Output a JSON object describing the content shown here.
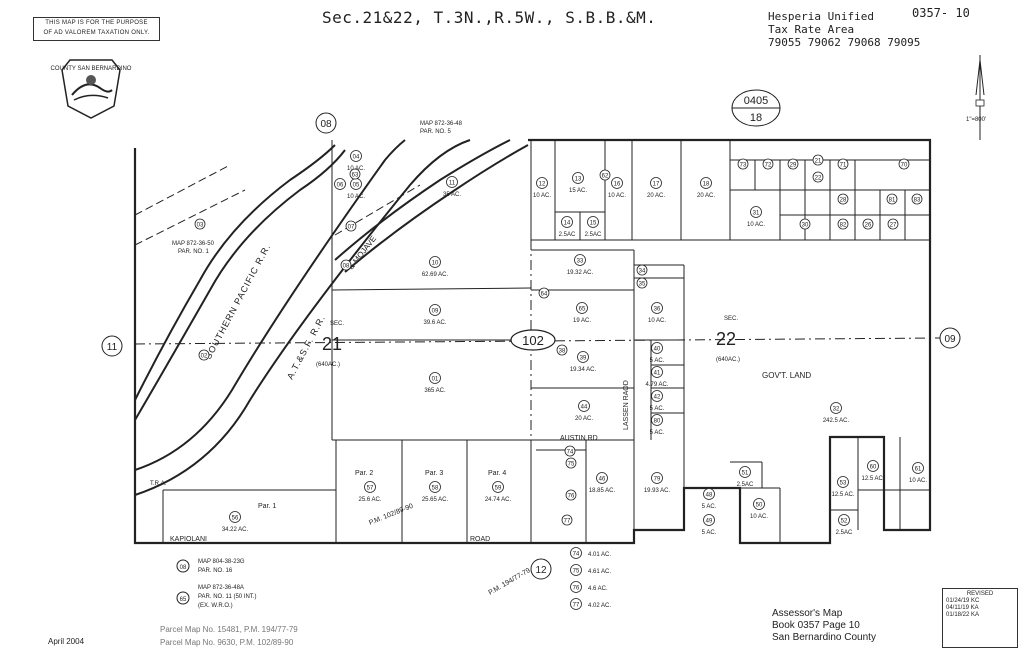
{
  "header": {
    "notice": [
      "THIS MAP IS FOR THE PURPOSE",
      "OF AD VALOREM TAXATION ONLY."
    ],
    "title": "Sec.21&22, T.3N.,R.5W., S.B.B.&M.",
    "tra_title": "Hesperia Unified",
    "tra_sub": "Tax Rate Area",
    "tra_codes": "79055 79062 79068 79095",
    "map_number": "0357- 10",
    "seal_label": "COUNTY SAN BERNARDINO"
  },
  "scale": {
    "label": "1\"=800'"
  },
  "book_ref": {
    "top": "0405",
    "bottom": "18"
  },
  "neighbors": {
    "left": "11",
    "right": "09",
    "top": "08",
    "bottom": "12"
  },
  "road_center": "102",
  "sections": [
    {
      "id": "sec-21",
      "label": "SEC.",
      "number": "21",
      "acres": "(640AC.)"
    },
    {
      "id": "sec-22",
      "label": "SEC.",
      "number": "22",
      "acres": "(640AC.)"
    }
  ],
  "roads": {
    "rr1": "SOUTHERN PACIFIC R.R.",
    "rr2": "A.T.&S.F. R.R.",
    "mojave": "& MOJAVE",
    "lassen": "LASSEN RAOD",
    "austin": "AUSTIN RD",
    "kapiolani": "KAPIOLANI",
    "road": "ROAD",
    "pm_bottom": "P.M. 194/77-79",
    "pm_mid": "P.M. 102/89-90",
    "govt_land": "GOV'T. LAND",
    "tra": "T.R.A."
  },
  "map_refs": [
    {
      "lines": [
        "MAP 872-36-48",
        "PAR. NO. 5"
      ]
    },
    {
      "lines": [
        "MAP 872-36-50",
        "PAR. NO. 1"
      ]
    }
  ],
  "parcels": [
    {
      "no": "04",
      "ac": "10 AC."
    },
    {
      "no": "05",
      "ac": "10 AC."
    },
    {
      "no": "06",
      "ac": ""
    },
    {
      "no": "11",
      "ac": "35 AC."
    },
    {
      "no": "12",
      "ac": "10 AC."
    },
    {
      "no": "13",
      "ac": "15 AC."
    },
    {
      "no": "16",
      "ac": "10 AC."
    },
    {
      "no": "17",
      "ac": "20 AC."
    },
    {
      "no": "18",
      "ac": "20 AC."
    },
    {
      "no": "14",
      "ac": "2.5AC"
    },
    {
      "no": "15",
      "ac": "2.5AC"
    },
    {
      "no": "10",
      "ac": "62.69 AC."
    },
    {
      "no": "09",
      "ac": "39.6 AC."
    },
    {
      "no": "01",
      "ac": "365 AC."
    },
    {
      "no": "33",
      "ac": "19.32 AC."
    },
    {
      "no": "65",
      "ac": "19 AC."
    },
    {
      "no": "39",
      "ac": "19.34 AC."
    },
    {
      "no": "44",
      "ac": "20 AC."
    },
    {
      "no": "36",
      "ac": "10 AC."
    },
    {
      "no": "40",
      "ac": "5 AC."
    },
    {
      "no": "41",
      "ac": "4.79 AC."
    },
    {
      "no": "42",
      "ac": "5 AC."
    },
    {
      "no": "80",
      "ac": "5 AC."
    },
    {
      "no": "32",
      "ac": "242.5 AC."
    },
    {
      "no": "31",
      "ac": "10 AC."
    },
    {
      "no": "46",
      "ac": "18.85 AC."
    },
    {
      "no": "79",
      "ac": "19.93 AC."
    },
    {
      "no": "48",
      "ac": "5 AC."
    },
    {
      "no": "49",
      "ac": "5 AC."
    },
    {
      "no": "50",
      "ac": "10 AC."
    },
    {
      "no": "51",
      "ac": "2.5AC"
    },
    {
      "no": "53",
      "ac": "12.5 AC."
    },
    {
      "no": "52",
      "ac": "2.5AC"
    },
    {
      "no": "60",
      "ac": "12.5 AC."
    },
    {
      "no": "61",
      "ac": "10 AC."
    },
    {
      "no": "56",
      "ac": "34.22 AC."
    },
    {
      "no": "57",
      "ac": "25.6 AC."
    },
    {
      "no": "58",
      "ac": "25.65 AC."
    },
    {
      "no": "59",
      "ac": "24.74 AC."
    }
  ],
  "small_parcels": [
    "73",
    "72",
    "29",
    "71",
    "70",
    "30",
    "28",
    "81",
    "83",
    "82",
    "26",
    "27",
    "22",
    "21",
    "34",
    "35",
    "38",
    "64",
    "74",
    "75",
    "76",
    "77",
    "63",
    "62",
    "03",
    "07",
    "08",
    "02"
  ],
  "par_labels": [
    "Par. 1",
    "Par. 2",
    "Par. 3",
    "Par. 4"
  ],
  "legend": [
    {
      "no": "08",
      "lines": [
        "MAP 804-38-23G",
        "PAR. NO. 16"
      ]
    },
    {
      "no": "65",
      "lines": [
        "MAP 872-36-48A",
        "PAR. NO. 11 (50 INT.)",
        "(EX. W.R.O.)"
      ]
    }
  ],
  "acre_list": [
    {
      "no": "74",
      "ac": "4.01 AC."
    },
    {
      "no": "75",
      "ac": "4.61 AC."
    },
    {
      "no": "76",
      "ac": "4.6 AC."
    },
    {
      "no": "77",
      "ac": "4.02 AC."
    }
  ],
  "footer": {
    "date": "April 2004",
    "pm1": "Parcel Map No. 15481, P.M. 194/77-79",
    "pm2": "Parcel Map No. 9630, P.M. 102/89-90",
    "assessor": [
      "Assessor's Map",
      "Book 0357 Page 10",
      "San Bernardino County"
    ],
    "revised_title": "REVISED",
    "revised": [
      "01/24/19 KC",
      "04/11/19 KA",
      "01/18/22 KA"
    ]
  }
}
